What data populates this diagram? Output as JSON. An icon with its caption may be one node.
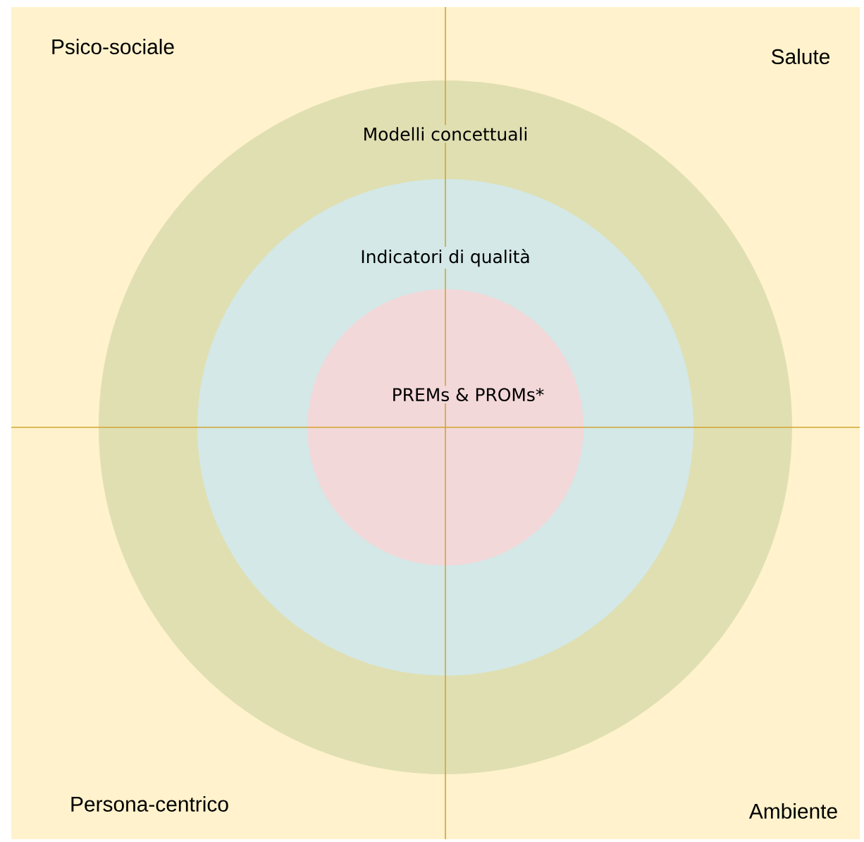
{
  "diagram": {
    "nodes": [
      {
        "text": [
          "Modelli concettuali"
        ]
      },
      {
        "text": [
          "Indicatori di qualità"
        ],
        "in": 0
      },
      {
        "text": [
          "PREMs & PROMs*"
        ],
        "in": 1
      }
    ],
    "labels": [
      "Psico-sociale",
      "Salute",
      "Persona-centrico",
      "Ambiente"
    ]
  }
}
